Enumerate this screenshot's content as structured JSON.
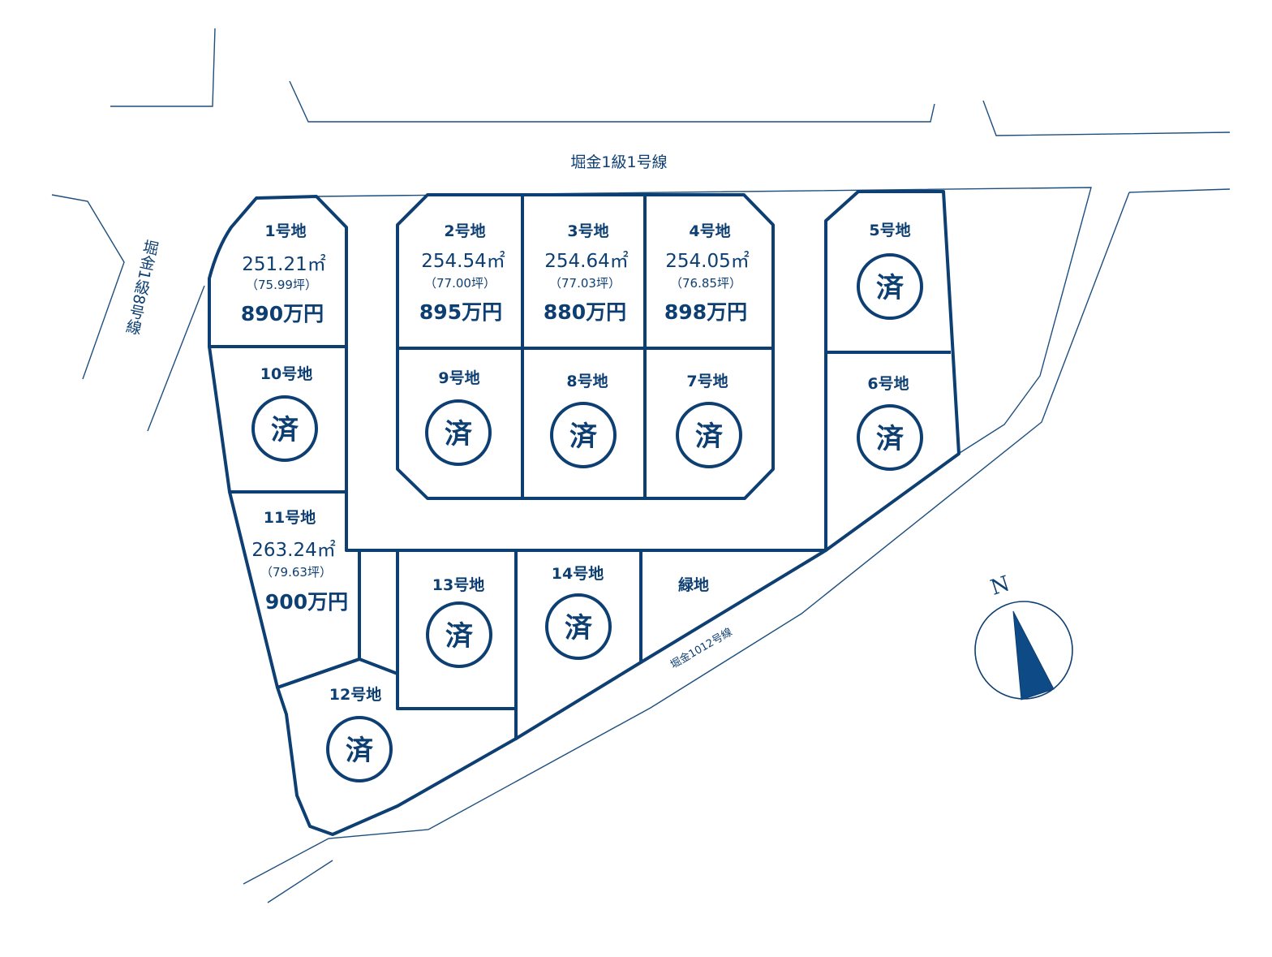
{
  "roads": {
    "north": "堀金1級1号線",
    "west": "堀金1級8号線",
    "southeast": "堀金1012号線"
  },
  "compass": {
    "label": "N"
  },
  "sold_mark": "済",
  "green_area": "緑地",
  "lots": [
    {
      "id": 1,
      "label": "1号地",
      "area": "251.21㎡",
      "tsubo": "（75.99坪）",
      "price": "890万円",
      "sold": false
    },
    {
      "id": 2,
      "label": "2号地",
      "area": "254.54㎡",
      "tsubo": "（77.00坪）",
      "price": "895万円",
      "sold": false
    },
    {
      "id": 3,
      "label": "3号地",
      "area": "254.64㎡",
      "tsubo": "（77.03坪）",
      "price": "880万円",
      "sold": false
    },
    {
      "id": 4,
      "label": "4号地",
      "area": "254.05㎡",
      "tsubo": "（76.85坪）",
      "price": "898万円",
      "sold": false
    },
    {
      "id": 5,
      "label": "5号地",
      "sold": true
    },
    {
      "id": 6,
      "label": "6号地",
      "sold": true
    },
    {
      "id": 7,
      "label": "7号地",
      "sold": true
    },
    {
      "id": 8,
      "label": "8号地",
      "sold": true
    },
    {
      "id": 9,
      "label": "9号地",
      "sold": true
    },
    {
      "id": 10,
      "label": "10号地",
      "sold": true
    },
    {
      "id": 11,
      "label": "11号地",
      "area": "263.24㎡",
      "tsubo": "（79.63坪）",
      "price": "900万円",
      "sold": false
    },
    {
      "id": 12,
      "label": "12号地",
      "sold": true
    },
    {
      "id": 13,
      "label": "13号地",
      "sold": true
    },
    {
      "id": 14,
      "label": "14号地",
      "sold": true
    }
  ],
  "colors": {
    "lot_outline": "#0e3f72",
    "road_line": "#1d4f7e",
    "background": "#ffffff"
  }
}
